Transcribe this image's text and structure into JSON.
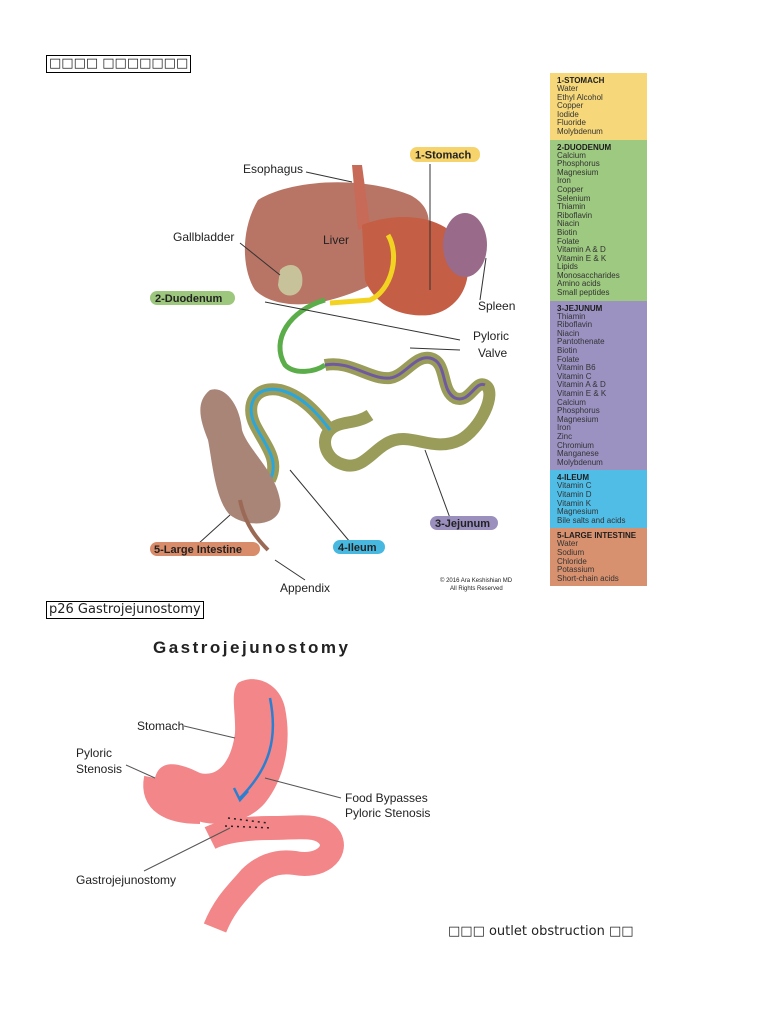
{
  "header_box": "□□□□ □□□□□□□",
  "anatomy": {
    "labels": {
      "esophagus": "Esophagus",
      "gallbladder": "Gallbladder",
      "liver": "Liver",
      "spleen": "Spleen",
      "pyloric_valve_1": "Pyloric",
      "pyloric_valve_2": "Valve",
      "appendix": "Appendix"
    },
    "pills": {
      "stomach": "1-Stomach",
      "duodenum": "2-Duodenum",
      "jejunum": "3-Jejunum",
      "ileum": "4-Ileum",
      "large_intestine": "5-Large Intestine"
    },
    "copyright_1": "© 2016 Ara Keshishian MD",
    "copyright_2": "All Rights Reserved",
    "colors": {
      "stomach": "#f6d36b",
      "duodenum": "#9cc77d",
      "jejunum": "#9b8fbd",
      "ileum": "#47b8e0",
      "large_intestine": "#d88c6a"
    },
    "table": [
      {
        "title": "1-STOMACH",
        "color": "#f6d87a",
        "items": [
          "Water",
          "Ethyl Alcohol",
          "Copper",
          "Iodide",
          "Fluoride",
          "Molybdenum"
        ]
      },
      {
        "title": "2-DUODENUM",
        "color": "#9dc980",
        "items": [
          "Calcium",
          "Phosphorus",
          "Magnesium",
          "Iron",
          "Copper",
          "Selenium",
          "Thiamin",
          "Riboflavin",
          "Niacin",
          "Biotin",
          "Folate",
          "Vitamin A & D",
          "Vitamin E & K",
          "Lipids",
          "Monosaccharides",
          "Amino acids",
          "Small peptides"
        ]
      },
      {
        "title": "3-JEJUNUM",
        "color": "#9b92c2",
        "items": [
          "Thiamin",
          "Riboflavin",
          "Niacin",
          "Pantothenate",
          "Biotin",
          "Folate",
          "Vitamin B6",
          "Vitamin C",
          "Vitamin A & D",
          "Vitamin E & K",
          "Calcium",
          "Phosphorus",
          "Magnesium",
          "Iron",
          "Zinc",
          "Chromium",
          "Manganese",
          "Molybdenum"
        ]
      },
      {
        "title": "4-ILEUM",
        "color": "#4fbde6",
        "items": [
          "Vitamin C",
          "Vitamin D",
          "Vitamin K",
          "Magnesium",
          "Bile salts and acids"
        ]
      },
      {
        "title": "5-LARGE INTESTINE",
        "color": "#d8916f",
        "items": [
          "Water",
          "Sodium",
          "Chloride",
          "Potassium",
          "Short-chain acids"
        ]
      }
    ]
  },
  "caption_p26": "p26 Gastrojejunostomy",
  "gastro": {
    "title": "Gastrojejunostomy",
    "stomach": "Stomach",
    "pyloric_1": "Pyloric",
    "pyloric_2": "Stenosis",
    "food_1": "Food Bypasses",
    "food_2": "Pyloric Stenosis",
    "procedure": "Gastrojejunostomy"
  },
  "bottom_note": "□□□ outlet obstruction □□"
}
